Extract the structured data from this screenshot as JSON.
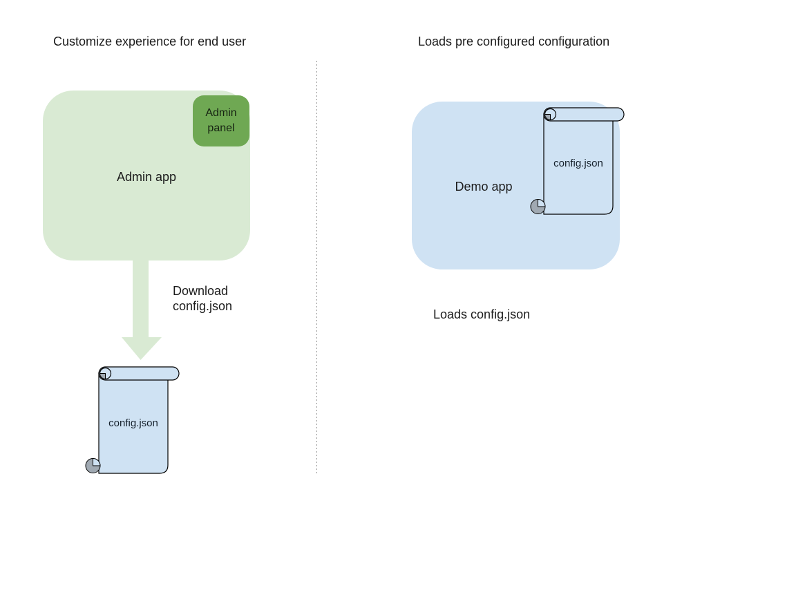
{
  "left": {
    "title": "Customize experience for end user",
    "admin_app_label": "Admin app",
    "admin_panel_label": "Admin panel",
    "arrow_label_line1": "Download",
    "arrow_label_line2": "config.json",
    "config_label": "config.json"
  },
  "right": {
    "title": "Loads pre configured configuration",
    "demo_app_label": "Demo app",
    "config_label": "config.json",
    "caption": "Loads config.json"
  },
  "colors": {
    "green_light": "#d9ead3",
    "green_mid": "#6fa853",
    "blue_light": "#cfe2f3",
    "curl_grey": "#a0a9b2",
    "outline": "#000000",
    "divider_grey": "#8f8f8f",
    "text": "#1c1c1c",
    "background": "#ffffff"
  }
}
